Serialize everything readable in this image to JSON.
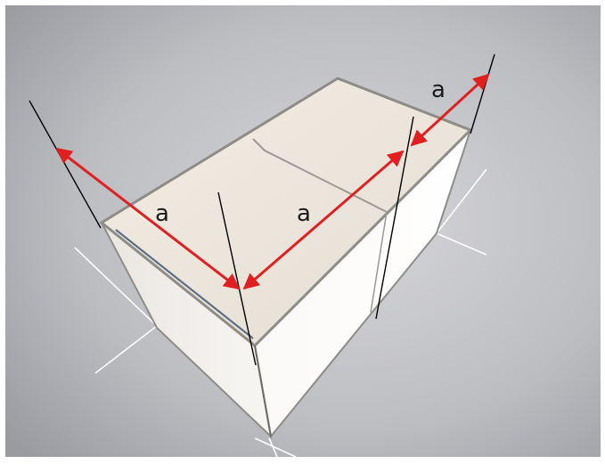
{
  "colors": {
    "background_light": "#d3d3d6",
    "background_dark": "#9a9ba0",
    "box_top": "#ece6dc",
    "box_front": "#f3f0ec",
    "box_side": "#ffffff",
    "box_edge": "#8f8c88",
    "guide_line": "#000000",
    "ground_line": "#ffffff",
    "arrow": "#e02020"
  },
  "dimensions": [
    {
      "label": "a"
    },
    {
      "label": "a"
    },
    {
      "label": "a"
    }
  ]
}
